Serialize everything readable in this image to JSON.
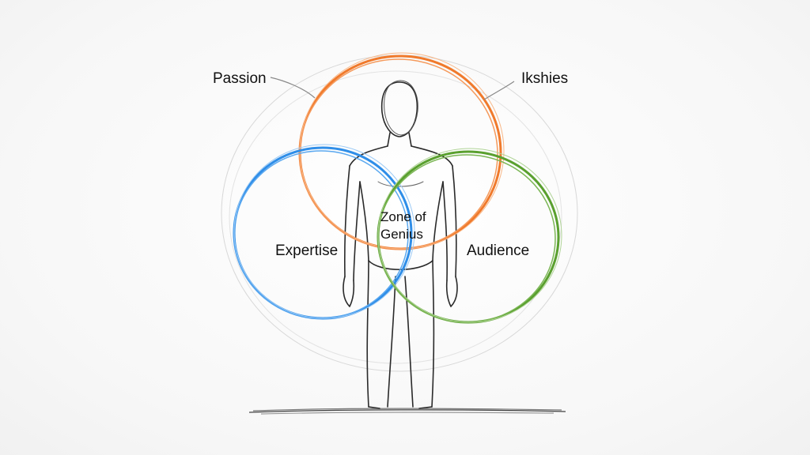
{
  "labels": {
    "top_left": "Passion",
    "top_right": "Ikshies",
    "left": "Expertise",
    "right": "Audience",
    "center_line1": "Zone of",
    "center_line2": "Genius"
  },
  "colors": {
    "passion_circle": "#f07a2c",
    "expertise_circle": "#2f8ee8",
    "audience_circle": "#5aa02f",
    "sketch": "#2a2a2a"
  }
}
